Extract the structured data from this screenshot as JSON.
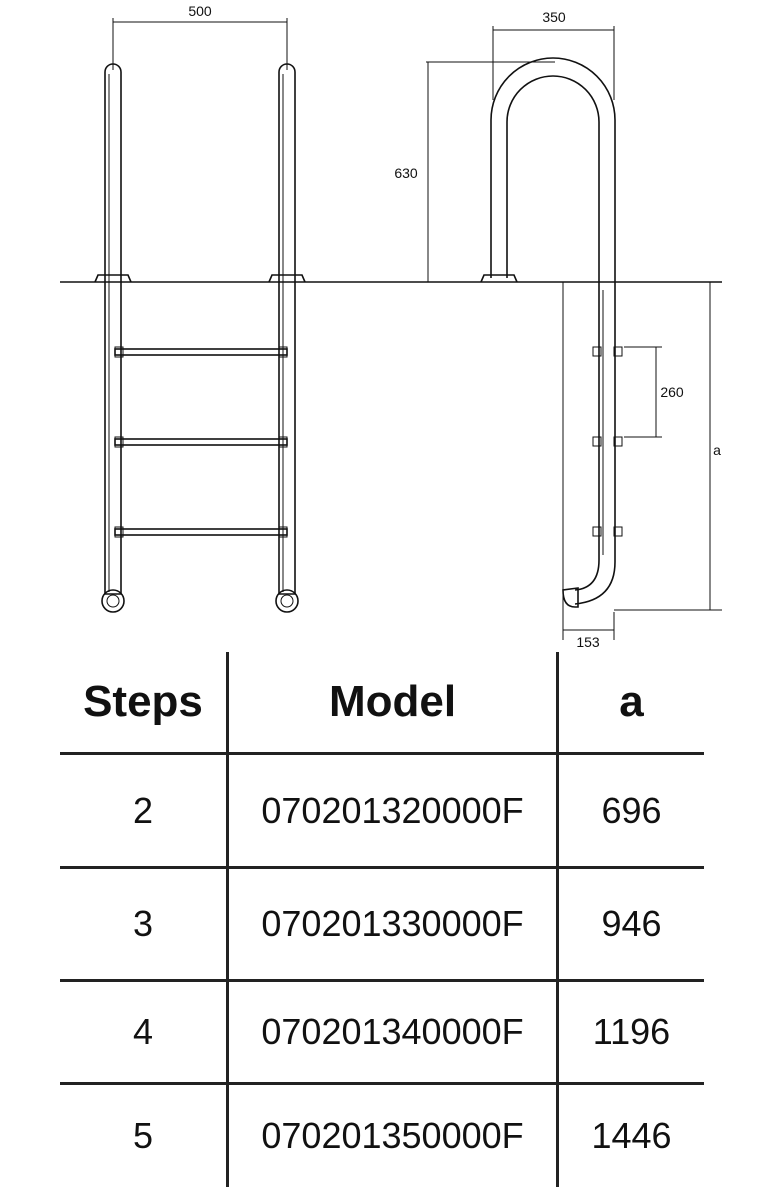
{
  "dimensions": {
    "front_width": "500",
    "side_width": "350",
    "handrail_height": "630",
    "step_spacing": "260",
    "depth_label": "a",
    "bottom_offset": "153"
  },
  "table": {
    "headers": [
      "Steps",
      "Model",
      "a"
    ],
    "rows": [
      {
        "steps": "2",
        "model": "070201320000F",
        "a": "696"
      },
      {
        "steps": "3",
        "model": "070201330000F",
        "a": "946"
      },
      {
        "steps": "4",
        "model": "070201340000F",
        "a": "1196"
      },
      {
        "steps": "5",
        "model": "070201350000F",
        "a": "1446"
      }
    ]
  }
}
